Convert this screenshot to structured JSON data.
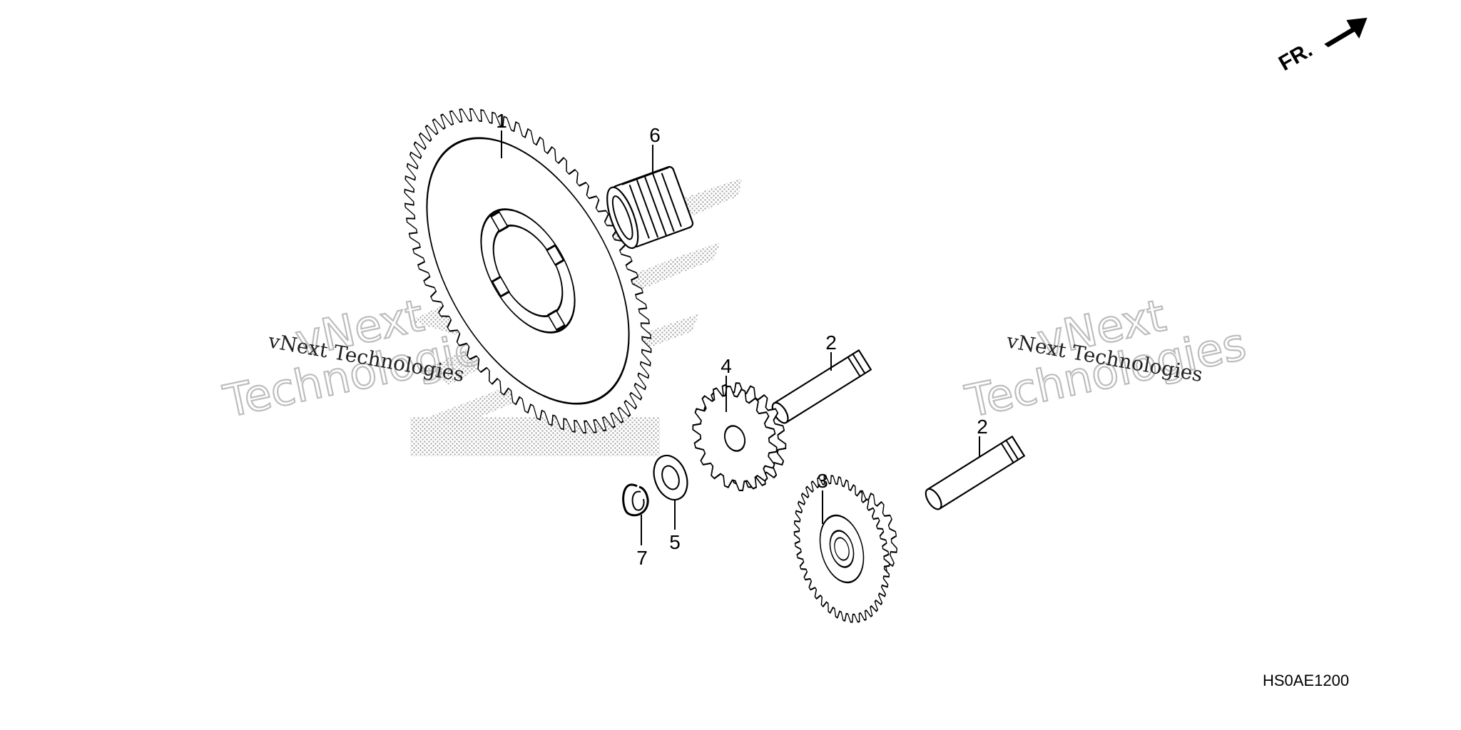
{
  "diagram": {
    "code": "HS0AE1200",
    "direction": {
      "label": "FR.",
      "icon": "forward-arrow-icon"
    },
    "watermark": {
      "line": "vNext Technologies",
      "big_top": "vNext",
      "big_bottom": "Technologies"
    },
    "background_logo": "honda-wing-logo",
    "callouts": [
      {
        "id": "callout-1",
        "label": "1",
        "part": "large-driven-gear"
      },
      {
        "id": "callout-6",
        "label": "6",
        "part": "needle-bearing"
      },
      {
        "id": "callout-2a",
        "label": "2",
        "part": "shaft-upper"
      },
      {
        "id": "callout-2b",
        "label": "2",
        "part": "shaft-lower"
      },
      {
        "id": "callout-4",
        "label": "4",
        "part": "spur-gear"
      },
      {
        "id": "callout-3",
        "label": "3",
        "part": "compound-gear"
      },
      {
        "id": "callout-5",
        "label": "5",
        "part": "thrust-washer"
      },
      {
        "id": "callout-7",
        "label": "7",
        "part": "circlip"
      }
    ]
  }
}
